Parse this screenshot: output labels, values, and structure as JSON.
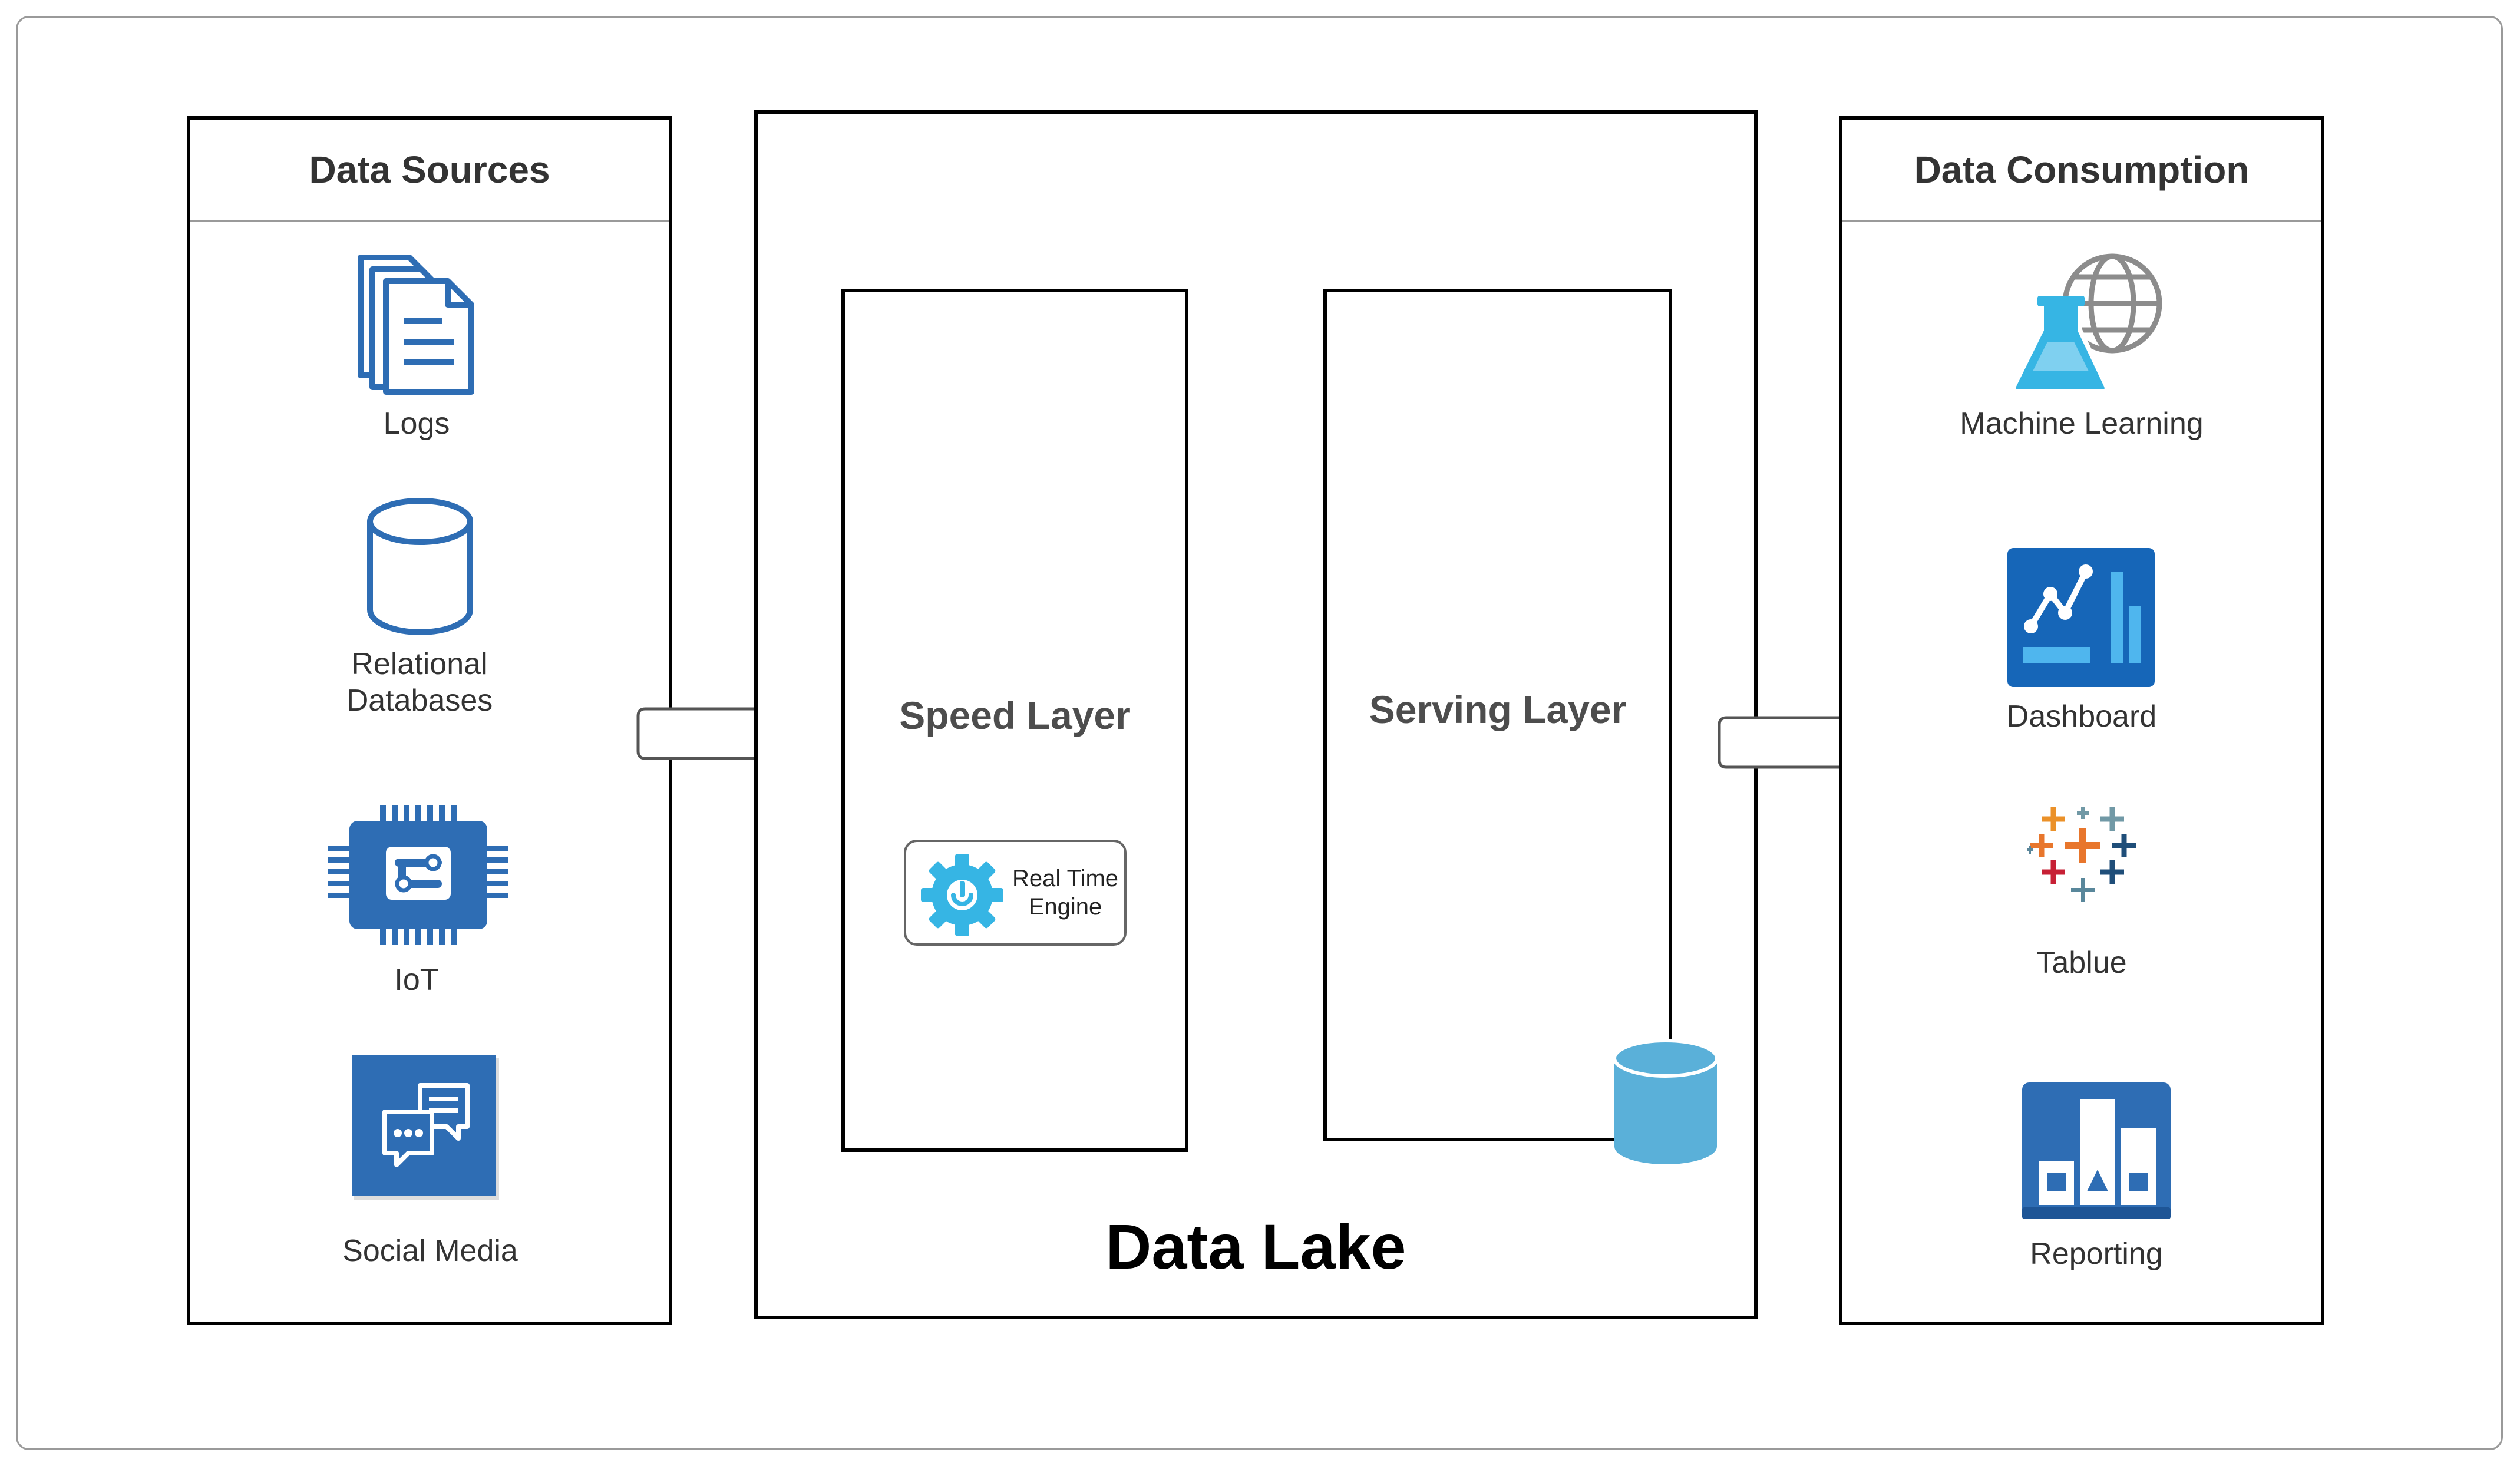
{
  "sources": {
    "title": "Data Sources",
    "items": {
      "logs": "Logs",
      "db_line1": "Relational",
      "db_line2": "Databases",
      "iot": "IoT",
      "social": "Social Media"
    }
  },
  "lake": {
    "title": "Data Lake",
    "speed_layer": "Speed Layer",
    "serving_layer": "Serving Layer",
    "engine_line1": "Real Time",
    "engine_line2": "Engine"
  },
  "consumption": {
    "title": "Data Consumption",
    "items": {
      "ml": "Machine Learning",
      "dashboard": "Dashboard",
      "tableau": "Tablue",
      "reporting": "Reporting"
    }
  },
  "colors": {
    "icon_blue": "#2e6db4",
    "cyan": "#36b5e4",
    "cylinder": "#5ab0d9",
    "globe_gray": "#8c8c8c"
  }
}
